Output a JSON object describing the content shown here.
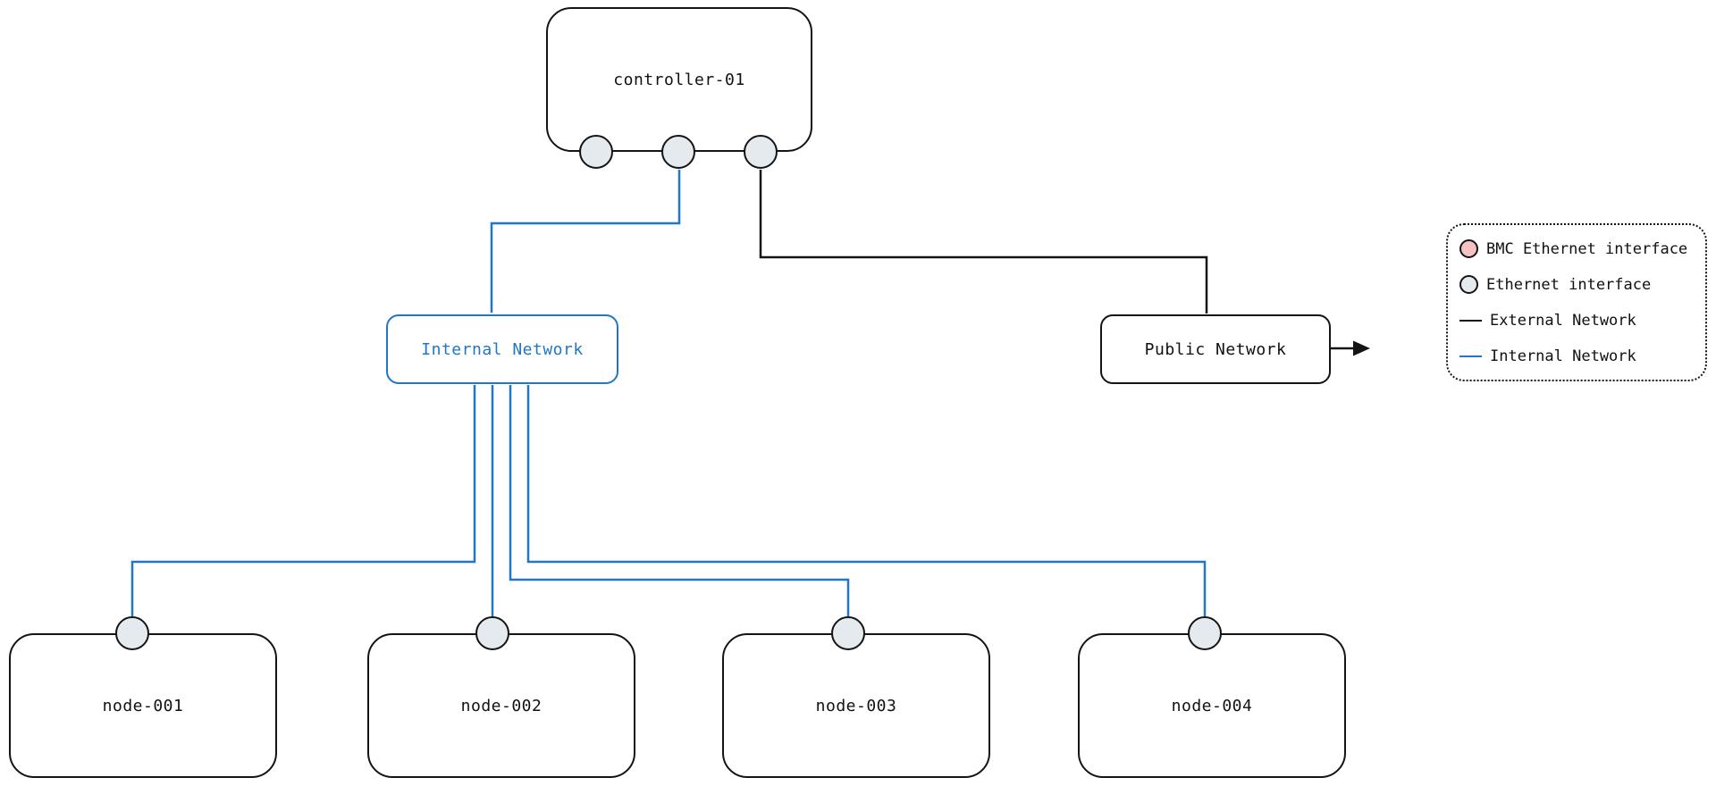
{
  "diagram": {
    "controller": {
      "label": "controller-01"
    },
    "internal_network": {
      "label": "Internal Network"
    },
    "public_network": {
      "label": "Public Network"
    },
    "nodes": [
      {
        "label": "node-001"
      },
      {
        "label": "node-002"
      },
      {
        "label": "node-003"
      },
      {
        "label": "node-004"
      }
    ],
    "legend": {
      "items": [
        {
          "symbol": "bmc-ethernet-interface",
          "label": "BMC Ethernet interface"
        },
        {
          "symbol": "ethernet-interface",
          "label": "Ethernet interface"
        },
        {
          "symbol": "external-network",
          "label": "External Network"
        },
        {
          "symbol": "internal-network",
          "label": "Internal Network"
        }
      ]
    },
    "colors": {
      "internal": "#2176C5",
      "external": "#141414",
      "stroke": "#141414",
      "eth_fill": "#E5EAEE",
      "bmc_fill": "#F6C1C1"
    }
  }
}
